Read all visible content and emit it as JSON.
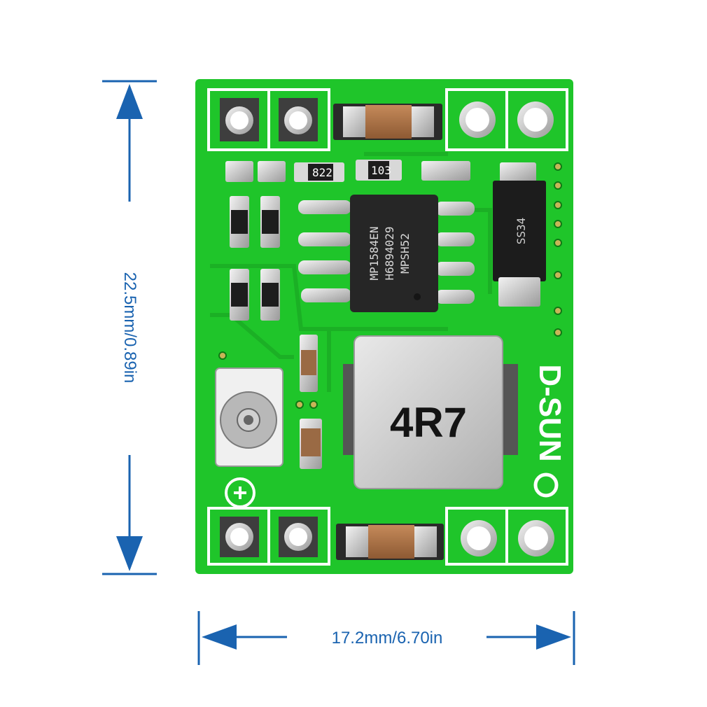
{
  "dimensions": {
    "height_label": "22.5mm/0.89in",
    "width_label": "17.2mm/6.70in"
  },
  "board": {
    "ic_line1": "MP1584EN",
    "ic_line2": "H6894029",
    "ic_line3": "MPSH52",
    "inductor_label": "4R7",
    "diode_label": "SS34",
    "brand_label": "D-SUN",
    "resistor_top": "822",
    "resistor_top2": "103"
  },
  "colors": {
    "arrow": "#1a63b0",
    "pcb": "#1fc52a",
    "silkscreen": "#ffffff"
  }
}
